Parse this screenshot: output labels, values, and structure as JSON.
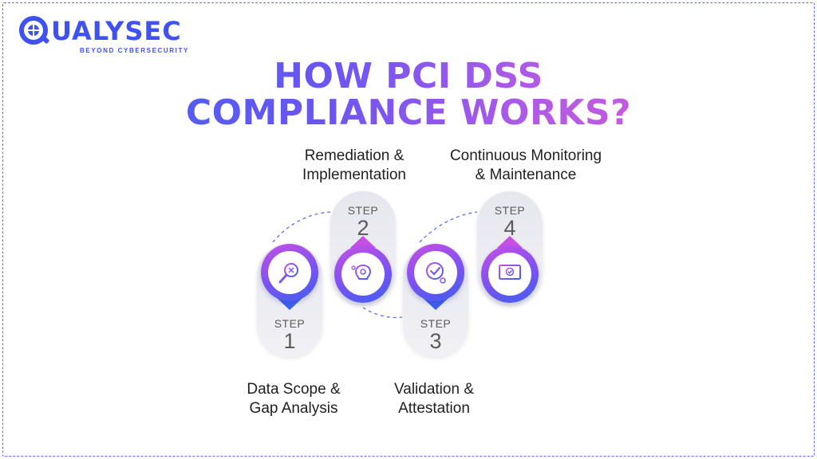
{
  "brand": {
    "name": "UALYSEC",
    "tagline": "BEYOND CYBERSECURITY",
    "color": "#3f51f0"
  },
  "title": {
    "line1": "HOW PCI DSS",
    "line2": "COMPLIANCE WORKS?"
  },
  "colors": {
    "gradient_start": "#3a66ee",
    "gradient_end": "#e75cd2",
    "border": "#5b6cff"
  },
  "steps": [
    {
      "word": "STEP",
      "number": "1",
      "label_line1": "Data Scope &",
      "label_line2": "Gap Analysis",
      "icon": "magnifier-search-icon"
    },
    {
      "word": "STEP",
      "number": "2",
      "label_line1": "Remediation &",
      "label_line2": "Implementation",
      "icon": "lightbulb-gear-icon"
    },
    {
      "word": "STEP",
      "number": "3",
      "label_line1": "Validation &",
      "label_line2": "Attestation",
      "icon": "badge-check-icon"
    },
    {
      "word": "STEP",
      "number": "4",
      "label_line1": "Continuous Monitoring",
      "label_line2": "& Maintenance",
      "icon": "monitor-check-icon"
    }
  ]
}
